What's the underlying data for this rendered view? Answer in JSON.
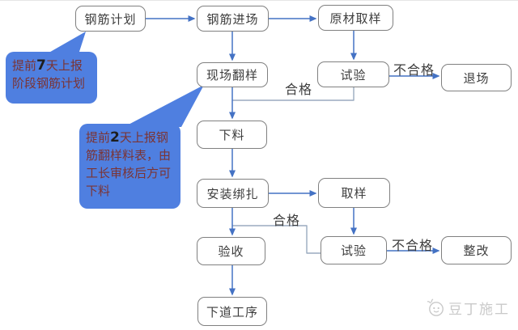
{
  "flowchart": {
    "nodes": [
      {
        "id": "rebar-plan",
        "label": "钢筋计划"
      },
      {
        "id": "rebar-arrival",
        "label": "钢筋进场"
      },
      {
        "id": "raw-material-sampling",
        "label": "原材取样"
      },
      {
        "id": "site-redetailing",
        "label": "现场翻样"
      },
      {
        "id": "test-1",
        "label": "试验"
      },
      {
        "id": "exit-site",
        "label": "退场"
      },
      {
        "id": "cutting",
        "label": "下料"
      },
      {
        "id": "install-binding",
        "label": "安装绑扎"
      },
      {
        "id": "sampling",
        "label": "取样"
      },
      {
        "id": "acceptance",
        "label": "验收"
      },
      {
        "id": "test-2",
        "label": "试验"
      },
      {
        "id": "rectification",
        "label": "整改"
      },
      {
        "id": "next-process",
        "label": "下道工序"
      }
    ],
    "edge_labels": {
      "qualified_top": "合格",
      "unqualified_top": "不合格",
      "qualified_bottom": "合格",
      "unqualified_bottom": "不合格"
    },
    "callouts": [
      {
        "prefix": "提前",
        "number": "7",
        "suffix": "天上报阶段钢筋计划"
      },
      {
        "prefix": "提前",
        "number": "2",
        "suffix": "天上报钢筋翻样料表，由工长审核后方可下料"
      }
    ],
    "colors": {
      "arrow": "#4472c4",
      "qualified_connector": "#9aaabf",
      "box_border": "#808080",
      "box_text": "#3d3d3d",
      "callout_fill": "#4f7fe0",
      "callout_text": "#7b3434"
    }
  },
  "watermark": {
    "text": "豆丁施工",
    "color": "#c9c9c9"
  }
}
